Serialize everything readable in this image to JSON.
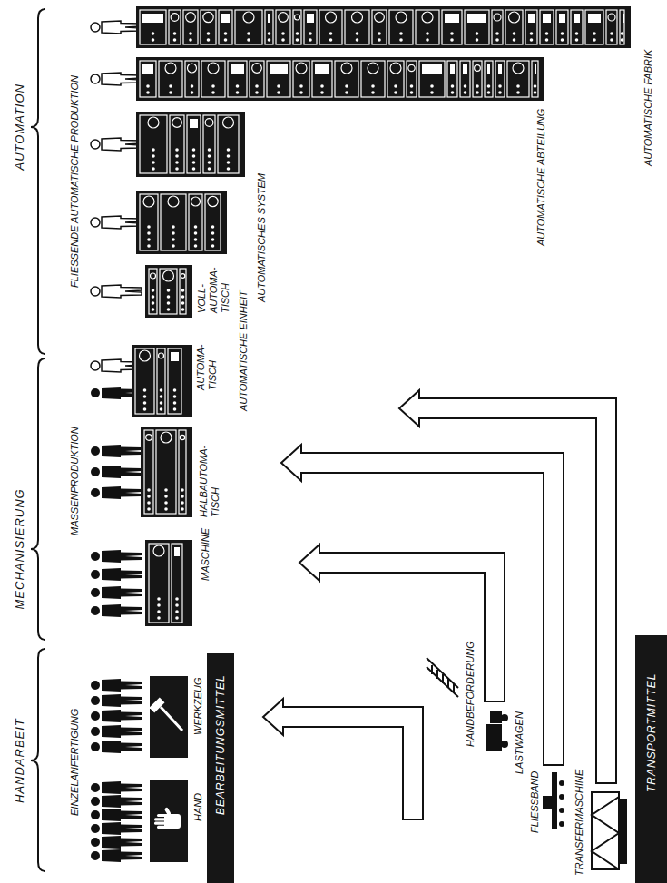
{
  "diagram": {
    "nodes": [
      {
        "text": [
          "HAND"
        ]
      },
      {
        "text": [
          "WERKZEUG"
        ]
      },
      {
        "text": [
          "MASCHINE"
        ]
      },
      {
        "text": [
          "HALBAUTOMA- TISCH"
        ]
      },
      {
        "text": [
          "AUTOMA- TISCH"
        ]
      },
      {
        "text": [
          "VOLL- AUTOMA- TISCH"
        ]
      },
      {
        "text": [
          "AUTOMATISCHE EINHEIT"
        ]
      },
      {
        "text": [
          "AUTOMATISCHES SYSTEM"
        ]
      },
      {
        "text": [
          "AUTOMATISCHE ABTEILUNG"
        ]
      },
      {
        "text": [
          "AUTOMATISCHE FABRIK"
        ]
      },
      {
        "text": [
          "BEARBEITUNGSMITTEL"
        ]
      },
      {
        "text": [
          "TRANSPORTMITTEL"
        ]
      }
    ],
    "labels": [
      "HANDARBEIT",
      "MECHANISIERUNG",
      "AUTOMATION",
      "EINZELANFERTIGUNG",
      "MASSENPRODUKTION",
      "FLIESSENDE AUTOMATISCHE PRODUKTION",
      "HANDBEFÖRDERUNG",
      "LASTWAGEN",
      "FLIESSBAND",
      "TRANSFERMASCHINE"
    ]
  }
}
